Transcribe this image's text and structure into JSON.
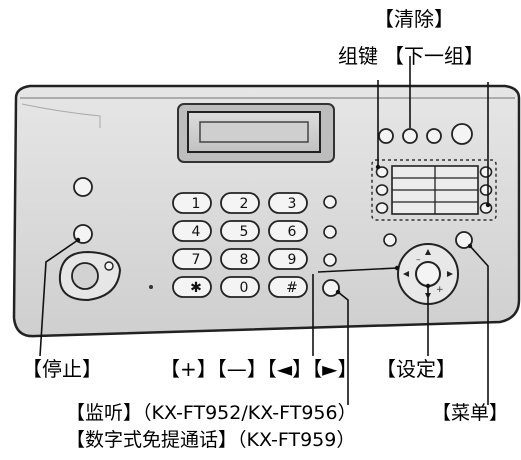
{
  "labels": {
    "clear": "【清除】",
    "group_key": "组键",
    "next_group": "【下一组】",
    "stop": "【停止】",
    "nav_keys": "【+】【—】【◄】【►】",
    "set": "【设定】",
    "monitor": "【监听】（KX-FT952/KX-FT956）",
    "menu": "【菜单】",
    "digital_handsfree": "【数字式免提通话】（KX-FT959）"
  },
  "keypad": [
    "1",
    "2",
    "3",
    "4",
    "5",
    "6",
    "7",
    "8",
    "9",
    "✱",
    "0",
    "#"
  ]
}
